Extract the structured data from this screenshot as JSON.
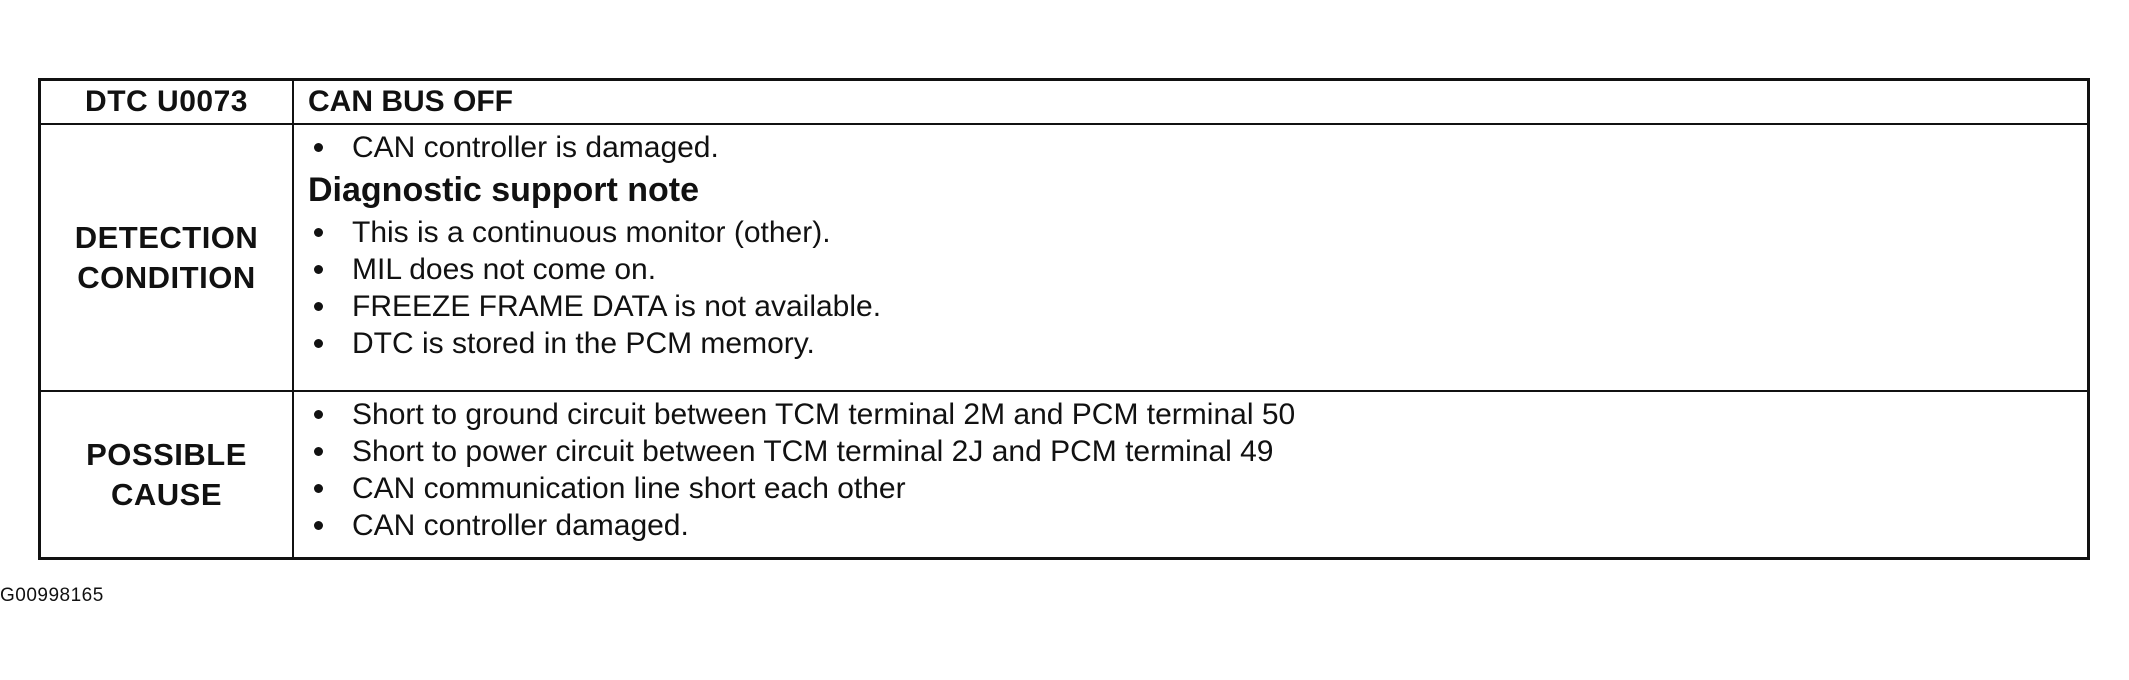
{
  "table": {
    "header": {
      "code": "DTC U0073",
      "title": "CAN BUS OFF"
    },
    "detection_condition": {
      "label_line1": "DETECTION",
      "label_line2": "CONDITION",
      "pre_items": [
        "CAN controller is damaged."
      ],
      "subheading": "Diagnostic support note",
      "items": [
        "This is a continuous monitor (other).",
        "MIL does not come on.",
        "FREEZE FRAME DATA is not available.",
        "DTC is stored in the PCM memory."
      ]
    },
    "possible_cause": {
      "label_line1": "POSSIBLE",
      "label_line2": "CAUSE",
      "items": [
        "Short to ground circuit between TCM terminal 2M and PCM terminal 50",
        "Short to power circuit between TCM terminal 2J and PCM terminal 49",
        "CAN communication line short each other",
        "CAN controller damaged."
      ]
    }
  },
  "image_id": "G00998165"
}
